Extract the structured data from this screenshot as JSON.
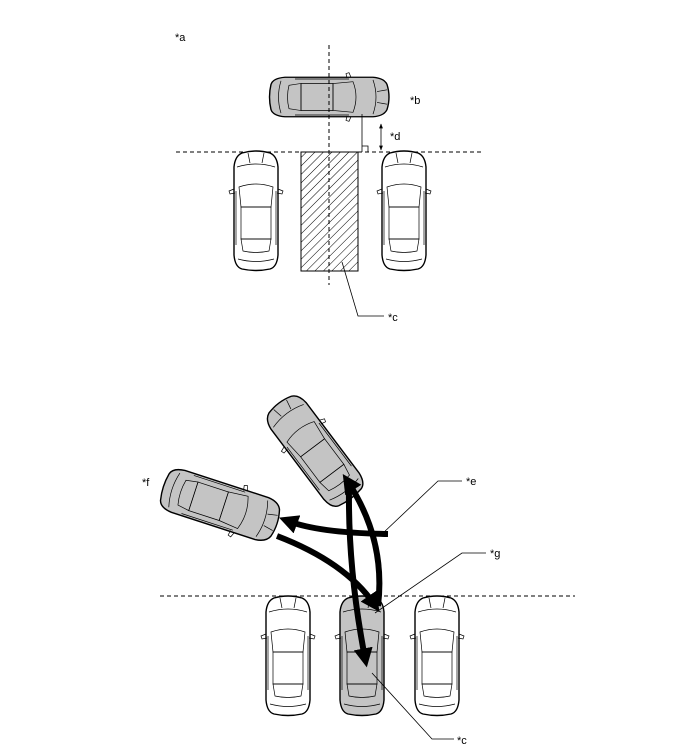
{
  "colors": {
    "car_fill_parked": "#ffffff",
    "car_fill_subject": "#c4c4c4",
    "outline": "#000000",
    "hatch": "#000000"
  },
  "labels": {
    "a": "*a",
    "b": "*b",
    "c_top": "*c",
    "d": "*d",
    "e": "*e",
    "f": "*f",
    "g": "*g",
    "c_bottom": "*c"
  }
}
